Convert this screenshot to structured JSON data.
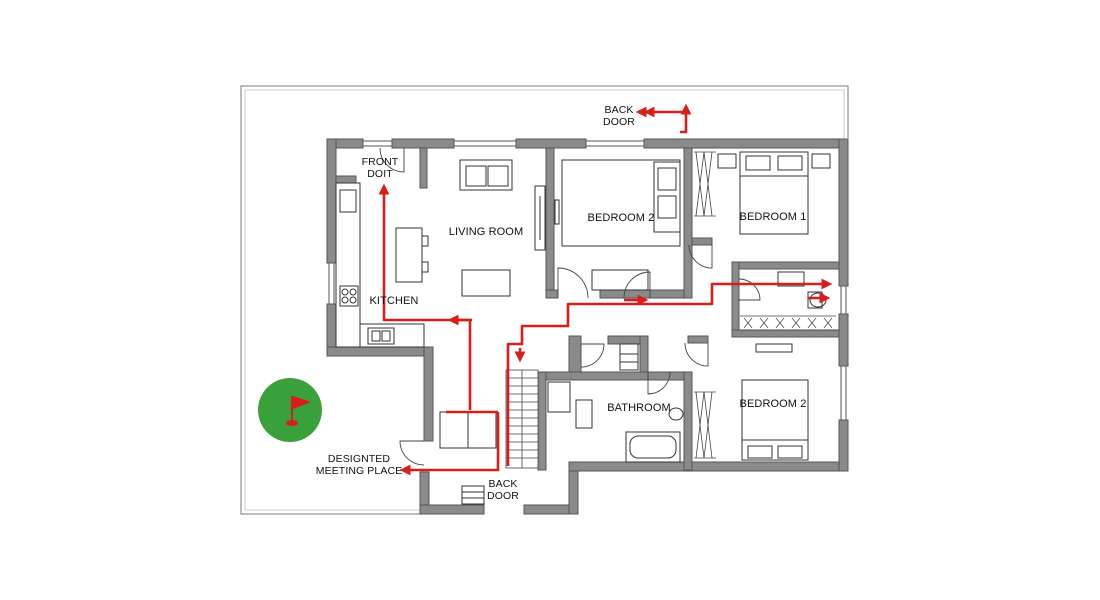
{
  "labels": {
    "back_door_top": "BACK\nDOOR",
    "front_door": "FRONT\nDOIT",
    "living_room": "LIVING ROOM",
    "kitchen": "KITCHEN",
    "bedroom_2_top": "BEDROOM 2",
    "bedroom_1": "BEDROOM 1",
    "bathroom": "BATHROOM",
    "bedroom_2_bottom": "BEDROOM 2",
    "meeting_place": "DESIGNTED\nMEETING PLACE",
    "back_door_bottom": "BACK\nDOOR"
  },
  "colors": {
    "route": "#d91c1c",
    "wall": "#8a8a8a",
    "meeting_circle": "#3aa13a",
    "flag": "#d91c1c"
  },
  "icons": {
    "meeting_place": "flag-icon"
  }
}
